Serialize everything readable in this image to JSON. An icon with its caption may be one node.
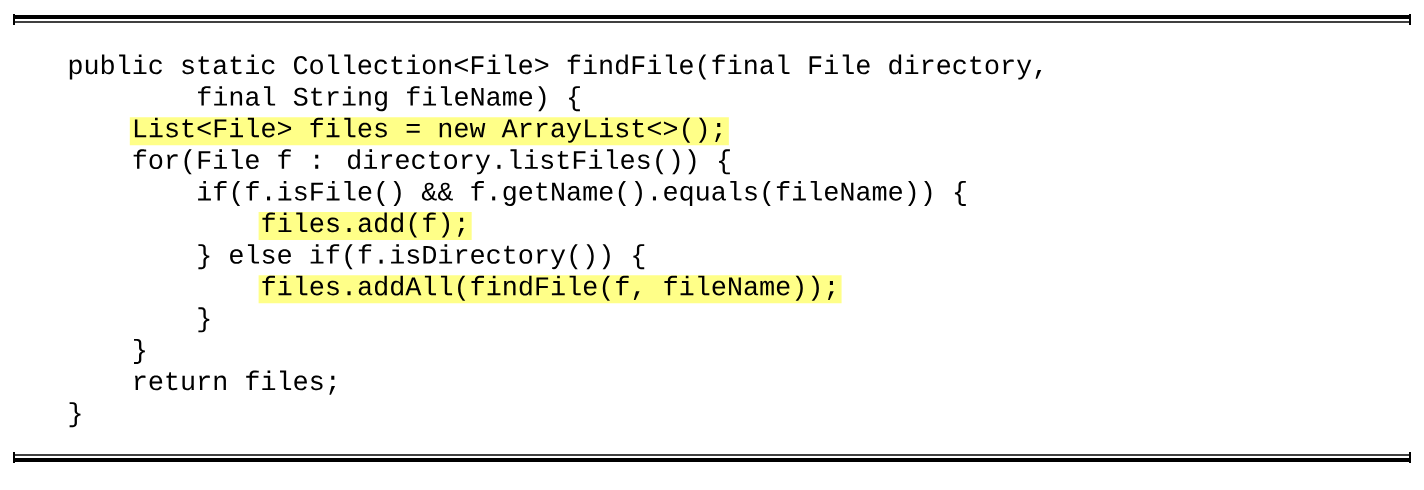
{
  "diagram": {
    "nodes": [
      {
        "text": [
          "List<File> files = new ArrayList<>();"
        ]
      },
      {
        "text": [
          "files.add(f);"
        ]
      },
      {
        "text": [
          "files.addAll(findFile(f, fileName));"
        ]
      }
    ],
    "labels": [
      "public static Collection<File> findFile(final File directory,",
      "final String fileName) {",
      "for(File f : directory.listFiles()) {",
      "if(f.isFile() && f.getName().equals(fileName)) {",
      "} else if(f.isDirectory()) {",
      "}",
      "}",
      "return files;",
      "}"
    ]
  }
}
